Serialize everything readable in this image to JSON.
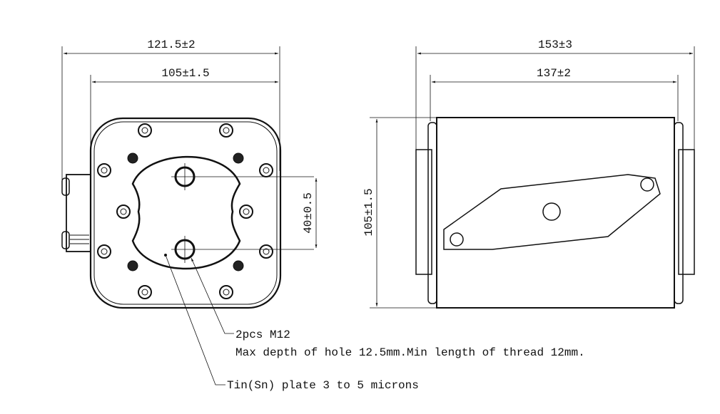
{
  "front_view": {
    "overall_width": "121.5±2",
    "inner_width": "105±1.5",
    "hole_spacing": "40±0.5"
  },
  "side_view": {
    "overall_length": "153±3",
    "body_length": "137±2",
    "height": "105±1.5"
  },
  "notes": {
    "thread_title": "2pcs M12",
    "thread_detail": "Max depth of hole 12.5mm.Min length of thread 12mm.",
    "plating": "Tin(Sn) plate 3 to 5 microns"
  }
}
